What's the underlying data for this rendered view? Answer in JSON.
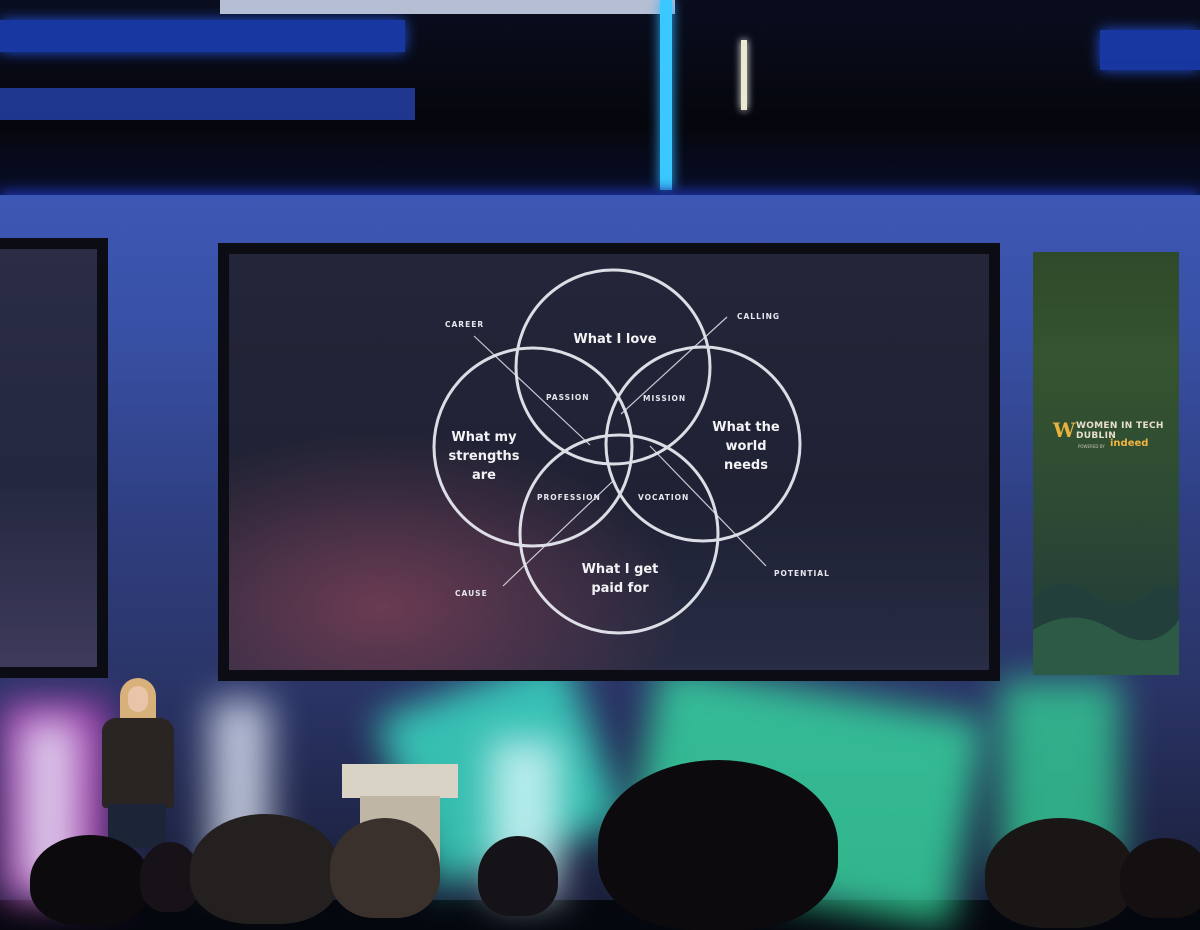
{
  "slide": {
    "circles": {
      "love": "What I love",
      "strengths": "What my strengths are",
      "strengths_lines": [
        "What my",
        "strengths",
        "are"
      ],
      "world": "What the world needs",
      "world_lines": [
        "What the",
        "world",
        "needs"
      ],
      "paid": "What I get paid for",
      "paid_lines": [
        "What I get",
        "paid for"
      ]
    },
    "overlaps": {
      "passion": "PASSION",
      "mission": "MISSION",
      "profession": "PROFESSION",
      "vocation": "VOCATION"
    },
    "callouts": {
      "career": "CAREER",
      "calling": "CALLING",
      "cause": "CAUSE",
      "potential": "POTENTIAL"
    }
  },
  "banner": {
    "line1": "WOMEN IN TECH",
    "line2": "DUBLIN",
    "powered_by": "POWERED BY",
    "sponsor": "indeed",
    "logo_mark": "W"
  },
  "colors": {
    "stage_blue": "#3d57b4",
    "light_cyan": "#3df0d0",
    "light_magenta": "#c040c0",
    "banner_green": "#35542f",
    "accent_gold": "#e8b23c"
  }
}
